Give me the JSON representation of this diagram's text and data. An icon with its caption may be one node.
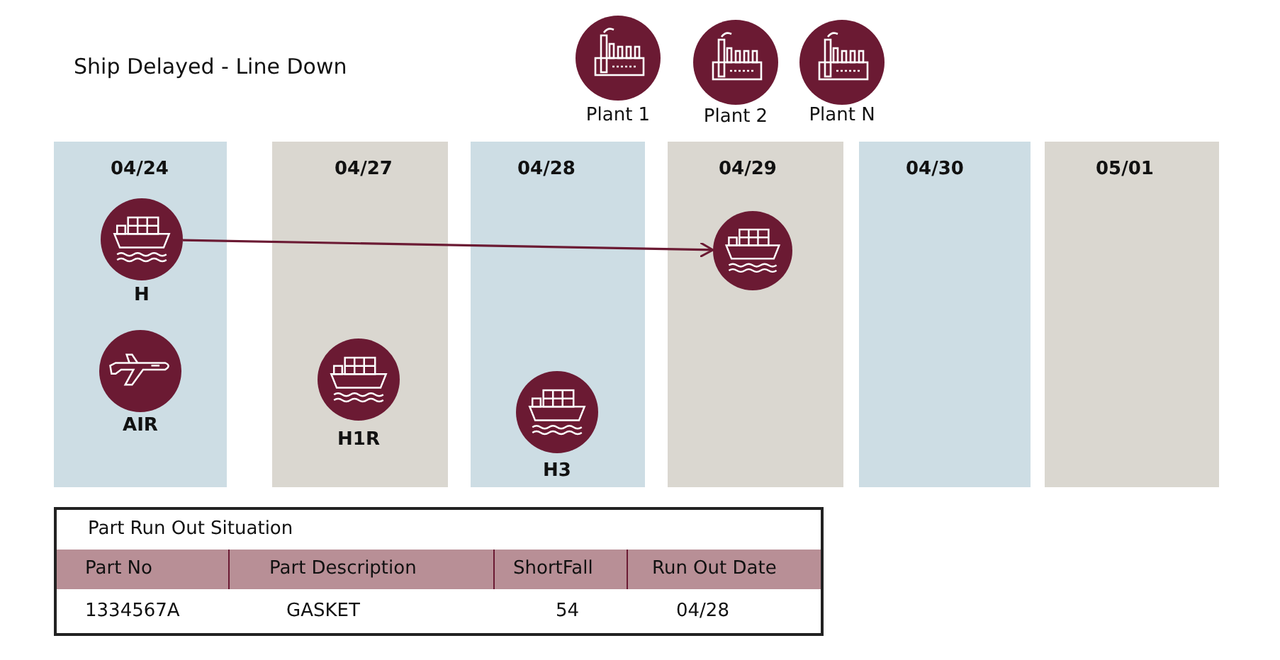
{
  "diagram": {
    "title": "Ship Delayed - Line Down",
    "nodes": [
      {
        "text": [
          "04/24"
        ]
      },
      {
        "text": [
          "04/27"
        ]
      },
      {
        "text": [
          "04/28"
        ]
      },
      {
        "text": [
          "04/29"
        ]
      },
      {
        "text": [
          "04/30"
        ]
      },
      {
        "text": [
          "05/01"
        ]
      },
      {
        "text": [
          "Plant 1"
        ]
      },
      {
        "text": [
          "Plant 2"
        ]
      },
      {
        "text": [
          "Plant N"
        ]
      },
      {
        "text": [
          "H"
        ],
        "in": 0
      },
      {
        "text": [
          "AIR"
        ],
        "in": 0
      },
      {
        "text": [
          "H1R"
        ],
        "in": 1
      },
      {
        "text": [
          "H3"
        ],
        "in": 2
      },
      {
        "text": [],
        "shape": "circle",
        "in": 3
      },
      {
        "text": [
          "Part Run Out Situation"
        ]
      }
    ],
    "edges": [
      {
        "from": 9,
        "to": 13,
        "arrow": "to"
      }
    ],
    "labels": [
      "Part No",
      "Part Description",
      "ShortFall",
      "Run Out Date",
      "1334567A",
      "GASKET",
      "54",
      "04/28"
    ]
  }
}
